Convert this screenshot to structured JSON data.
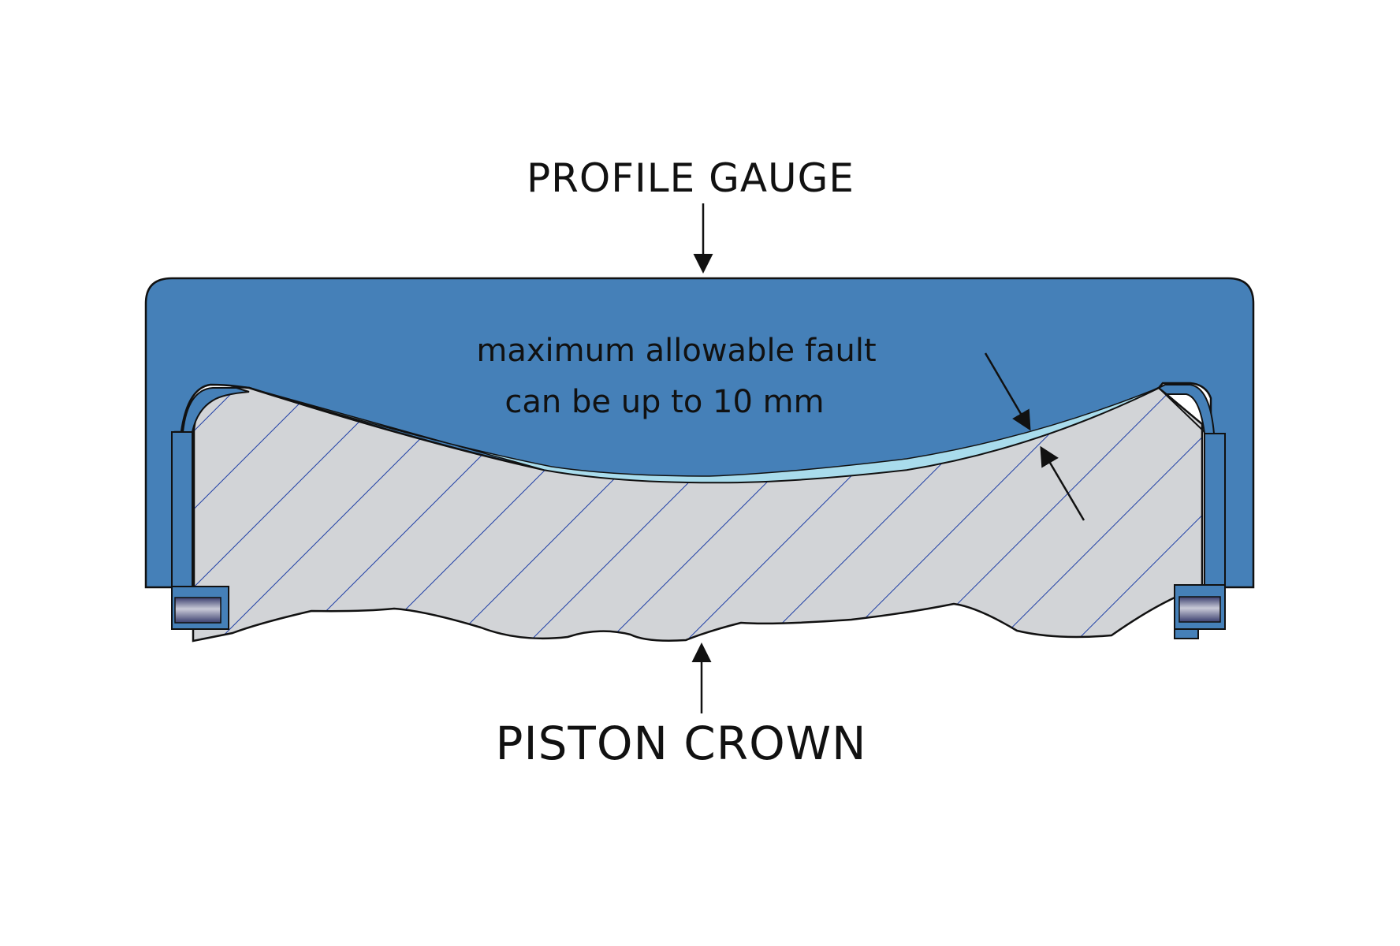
{
  "labels": {
    "top": "PROFILE GAUGE",
    "bottom": "PISTON CROWN",
    "annotation_line1": "maximum allowable fault",
    "annotation_line2": "can be up to 10 mm"
  },
  "colors": {
    "gauge_fill": "#4580B8",
    "gauge_outline": "#111111",
    "crown_fill": "#D2D4D7",
    "hatch": "#1F3FA6",
    "gap": "#A9DCEC",
    "clip_block": "#5A5E8C",
    "text": "#111111",
    "background": "#FFFFFF"
  }
}
